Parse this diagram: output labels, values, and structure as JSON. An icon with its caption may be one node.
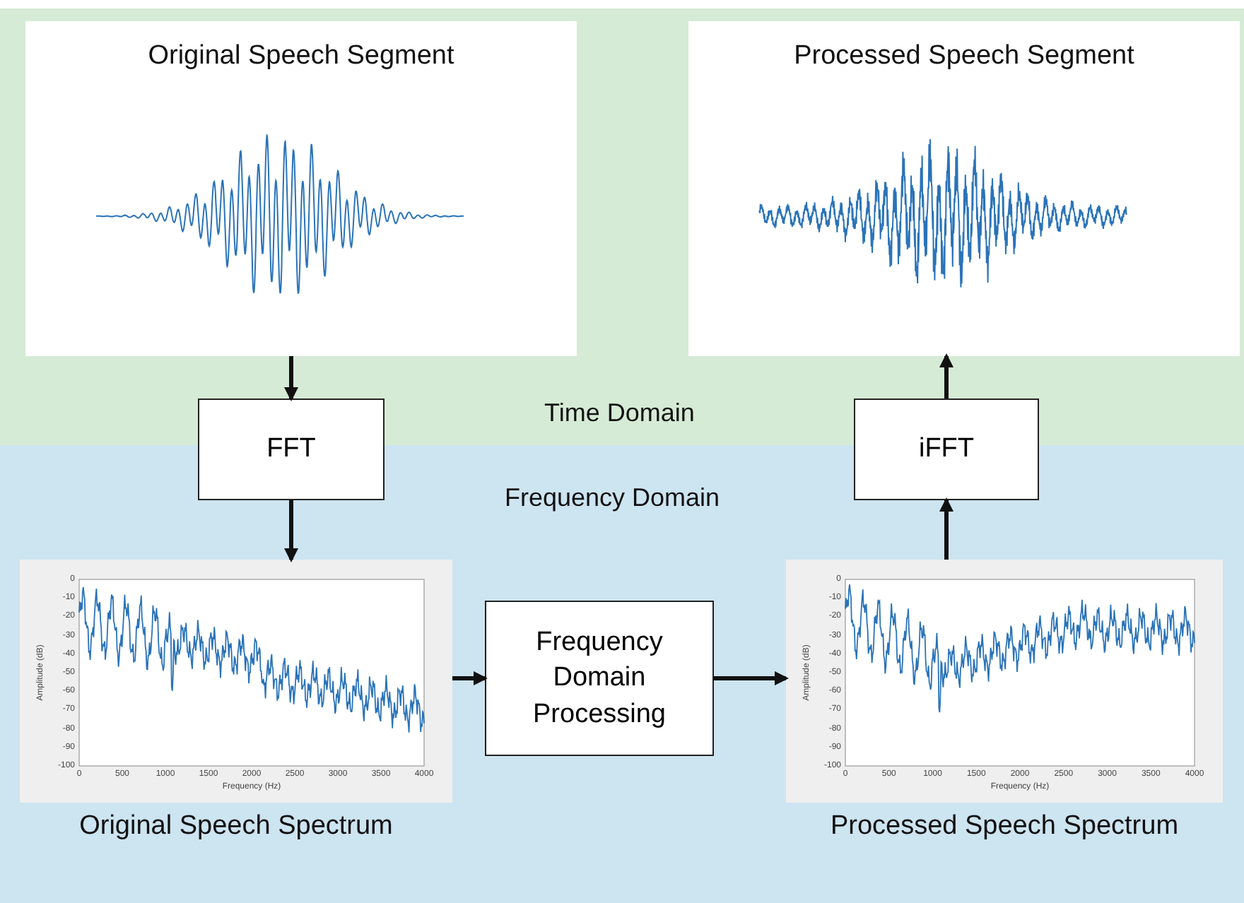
{
  "diagram": {
    "nodes": [
      {
        "text": [
          "Time Domain"
        ]
      },
      {
        "text": [
          "Frequency Domain"
        ]
      },
      {
        "text": [
          "Original Speech Segment"
        ],
        "in": 0
      },
      {
        "text": [
          "Processed Speech Segment"
        ],
        "in": 0
      },
      {
        "text": [
          "FFT"
        ]
      },
      {
        "text": [
          "iFFT"
        ]
      },
      {
        "text": [
          "Original Speech Spectrum"
        ],
        "in": 1
      },
      {
        "text": [
          "Frequency Domain Processing"
        ],
        "in": 1
      },
      {
        "text": [
          "Processed Speech Spectrum"
        ],
        "in": 1
      }
    ],
    "edges": [
      {
        "from": 2,
        "to": 4,
        "arrow": "to"
      },
      {
        "from": 4,
        "to": 6,
        "arrow": "to"
      },
      {
        "from": 6,
        "to": 7,
        "arrow": "to"
      },
      {
        "from": 7,
        "to": 8,
        "arrow": "to"
      },
      {
        "from": 8,
        "to": 5,
        "arrow": "to"
      },
      {
        "from": 5,
        "to": 3,
        "arrow": "to"
      }
    ],
    "labels": [
      "0",
      "-10",
      "-20",
      "-30",
      "-40",
      "-50",
      "-60",
      "-70",
      "-80",
      "-90",
      "-100",
      "Amplitude (dB)",
      "0",
      "500",
      "1000",
      "1500",
      "2000",
      "2500",
      "3000",
      "3500",
      "4000",
      "Frequency (Hz)",
      "0",
      "-10",
      "-20",
      "-30",
      "-40",
      "-50",
      "-60",
      "-70",
      "-80",
      "-90",
      "-100",
      "Amplitude (dB)",
      "0",
      "500",
      "1000",
      "1500",
      "2000",
      "2500",
      "3000",
      "3500",
      "4000",
      "Frequency (Hz)"
    ]
  }
}
